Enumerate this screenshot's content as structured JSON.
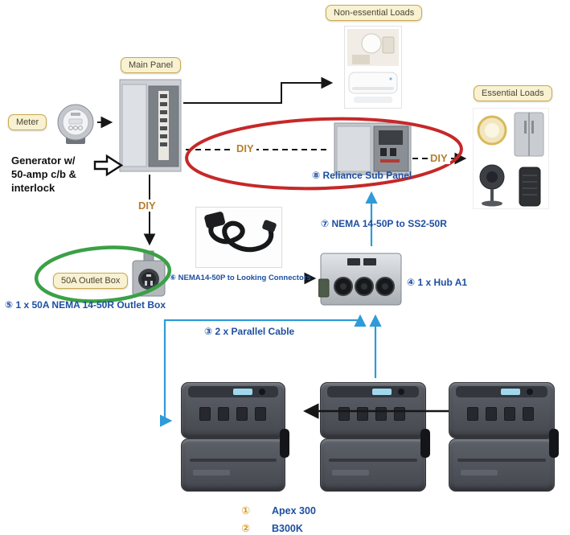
{
  "colors": {
    "badge_bg": "#f8f1d2",
    "badge_border": "#c9a84c",
    "badge_text": "#4c4636",
    "blue_label": "#1d4fa1",
    "diy_orange": "#b5802f",
    "red_circle": "#c62828",
    "green_circle": "#3ba046",
    "blue_line": "#2f9bd8",
    "legend_num": "#d89a2b"
  },
  "badges": {
    "non_essential": "Non-essential Loads",
    "main_panel": "Main Panel",
    "meter": "Meter",
    "essential": "Essential Loads",
    "outlet_box": "50A Outlet Box"
  },
  "annotations": {
    "generator_line1": "Generator w/",
    "generator_line2": "50-amp c/b &",
    "generator_line3": "interlock",
    "diy": "DIY"
  },
  "steps": {
    "sub_panel": "⑧ Reliance Sub Panel",
    "nema_to_ss2": "⑦ NEMA 14-50P to SS2-50R",
    "nema_to_locking": "⑥ NEMA14-50P to Looking Connectors",
    "outlet_box": "⑤ 1 x 50A NEMA 14-50R Outlet Box",
    "hub": "④ 1 x Hub A1",
    "parallel_cable": "③ 2 x Parallel Cable"
  },
  "legend": [
    {
      "num": "①",
      "label": "Apex 300"
    },
    {
      "num": "②",
      "label": "B300K"
    }
  ]
}
